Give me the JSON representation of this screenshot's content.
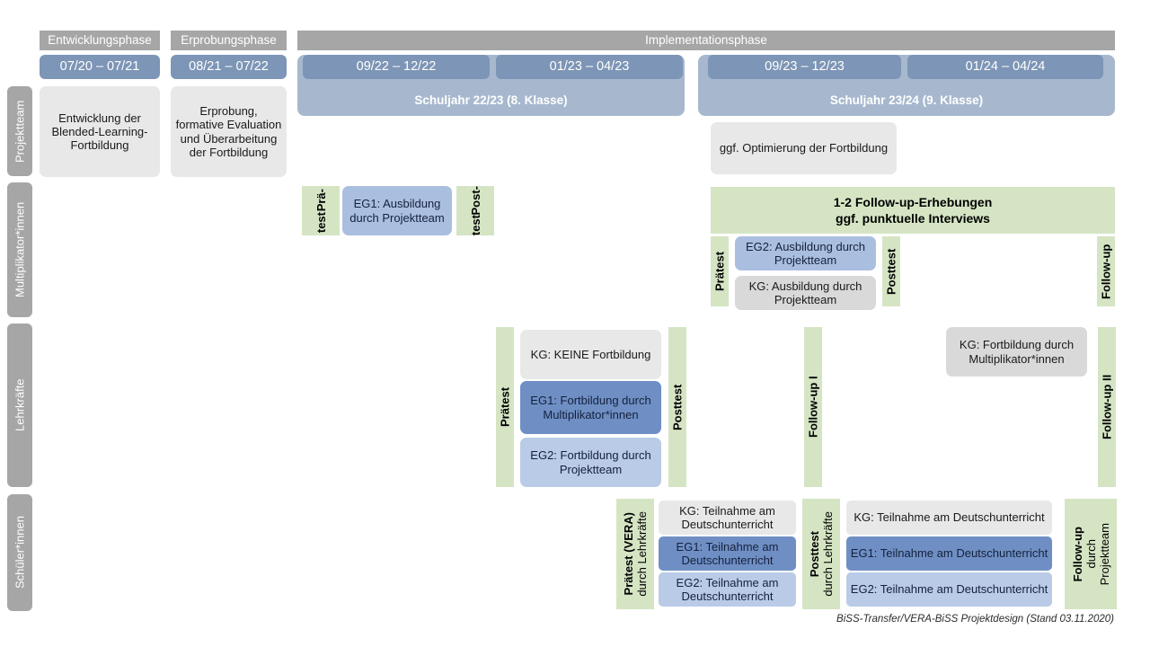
{
  "diagram": {
    "title": "BiSS-Transfer/VERA-BiSS Projektdesign",
    "footer": "BiSS-Transfer/VERA-BiSS Projektdesign (Stand 03.11.2020)"
  },
  "colors": {
    "phase_header": "#a6a6a6",
    "period_chip": "#7d95b6",
    "school_year": "#a7b8ce",
    "role_label": "#a6a6a6",
    "green": "#d5e5c4",
    "gray_tile": "#e8e8e8",
    "gray_tile_dark": "#d9d9d9",
    "blue_dark": "#6f8fc4",
    "blue_mid": "#aabfdf",
    "blue_light": "#b9cbe6"
  },
  "phases": [
    {
      "label": "Entwicklungsphase"
    },
    {
      "label": "Erprobungsphase"
    },
    {
      "label": "Implementationsphase"
    }
  ],
  "periods": [
    {
      "label": "07/20 – 07/21"
    },
    {
      "label": "08/21 – 07/22"
    },
    {
      "label": "09/22 – 12/22"
    },
    {
      "label": "01/23 – 04/23"
    },
    {
      "label": "09/23 – 12/23"
    },
    {
      "label": "01/24 – 04/24"
    }
  ],
  "school_years": [
    {
      "label": "Schuljahr 22/23 (8. Klasse)"
    },
    {
      "label": "Schuljahr 23/24 (9. Klasse)"
    }
  ],
  "roles": [
    {
      "label": "Projektteam"
    },
    {
      "label": "Multiplikator*innen"
    },
    {
      "label": "Lehrkräfte"
    },
    {
      "label": "Schüler*innen"
    }
  ],
  "projektteam": {
    "entwicklung": "Entwicklung der Blended-Learning-Fortbildung",
    "erprobung": "Erprobung, formative Evaluation und Überarbeitung der Fortbildung",
    "optimierung": "ggf. Optimierung der Fortbildung"
  },
  "multiplikatoren": {
    "praetest_line1": "Prä-",
    "praetest_line2": "test",
    "eg1": "EG1: Ausbildung durch Projektteam",
    "posttest_line1": "Post-",
    "posttest_line2": "test",
    "followup_band_line1": "1-2 Follow-up-Erhebungen",
    "followup_band_line2": "ggf. punktuelle Interviews",
    "praetest2": "Prätest",
    "eg2": "EG2: Ausbildung durch Projektteam",
    "kg": "KG: Ausbildung durch Projektteam",
    "posttest2": "Posttest",
    "followup": "Follow-up"
  },
  "lehrkraefte": {
    "praetest": "Prätest",
    "kg": "KG:  KEINE Fortbildung",
    "eg1": "EG1: Fortbildung durch Multiplikator*innen",
    "eg2": "EG2: Fortbildung durch Projektteam",
    "posttest": "Posttest",
    "followup1": "Follow-up I",
    "kg_fortbildung": "KG: Fortbildung durch Multiplikator*innen",
    "followup2": "Follow-up II"
  },
  "schueler": {
    "praetest_bold": "Prätest (VERA)",
    "praetest_sub": "durch Lehrkräfte",
    "kg_1": "KG: Teilnahme am Deutschunterricht",
    "eg1_1": "EG1: Teilnahme am Deutschunterricht",
    "eg2_1": "EG2: Teilnahme am Deutschunterricht",
    "posttest_bold": "Posttest",
    "posttest_sub": "durch Lehrkräfte",
    "kg_2": "KG: Teilnahme am Deutschunterricht",
    "eg1_2": "EG1: Teilnahme am Deutschunterricht",
    "eg2_2": "EG2: Teilnahme am Deutschunterricht",
    "followup_bold": "Follow-up",
    "followup_sub1": "durch",
    "followup_sub2": "Projektteam"
  }
}
